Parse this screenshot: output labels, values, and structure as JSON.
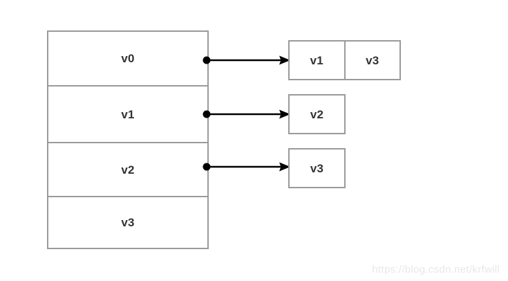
{
  "diagram": {
    "title": "adjacency-list-representation",
    "colors": {
      "background": "#ffffff",
      "box_border": "#9a9a9a",
      "text": "#333333",
      "edge": "#000000",
      "watermark": "#e8e8e8"
    },
    "vertex_column": {
      "name": "vertex-array",
      "items": [
        {
          "label": "v0"
        },
        {
          "label": "v1"
        },
        {
          "label": "v2"
        },
        {
          "label": "v3"
        }
      ]
    },
    "adjacency_rows": [
      {
        "source": "v0",
        "cells": [
          {
            "label": "v1"
          },
          {
            "label": "v3"
          }
        ]
      },
      {
        "source": "v1",
        "cells": [
          {
            "label": "v2"
          }
        ]
      },
      {
        "source": "v2",
        "cells": [
          {
            "label": "v3"
          }
        ]
      }
    ],
    "edges": [
      {
        "from": "v0",
        "to": "v1"
      },
      {
        "from": "v1",
        "to": "v2"
      },
      {
        "from": "v2",
        "to": "v3"
      }
    ]
  },
  "watermark": {
    "text": "https://blog.csdn.net/krfwill"
  }
}
